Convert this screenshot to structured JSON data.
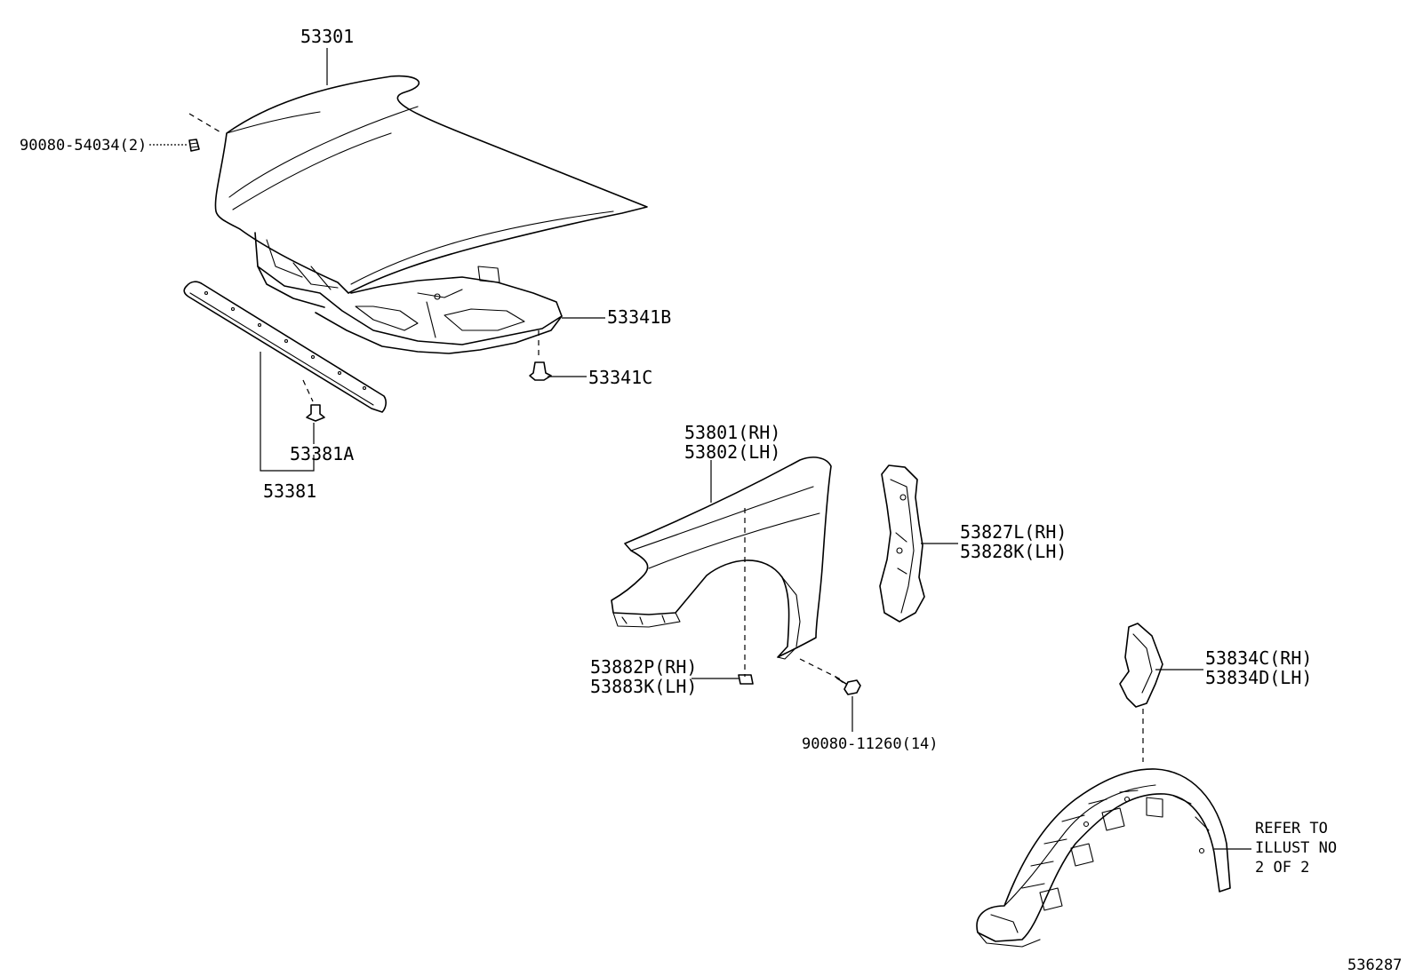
{
  "labels": {
    "hood": "53301",
    "cushion": "90080-54034(2)",
    "insulator": "53341B",
    "insulator_clip": "53341C",
    "seal_clip": "53381A",
    "seal": "53381",
    "fender_rh": "53801(RH)",
    "fender_lh": "53802(LH)",
    "bracket_rh": "53827L(RH)",
    "bracket_lh": "53828K(LH)",
    "seal_pad_rh": "53882P(RH)",
    "seal_pad_lh": "53883K(LH)",
    "bolt": "90080-11260(14)",
    "liner_seal_rh": "53834C(RH)",
    "liner_seal_lh": "53834D(LH)",
    "refer_line1": "REFER TO",
    "refer_line2": "ILLUST NO",
    "refer_line3": "2 OF 2",
    "illustration_number": "536287"
  }
}
